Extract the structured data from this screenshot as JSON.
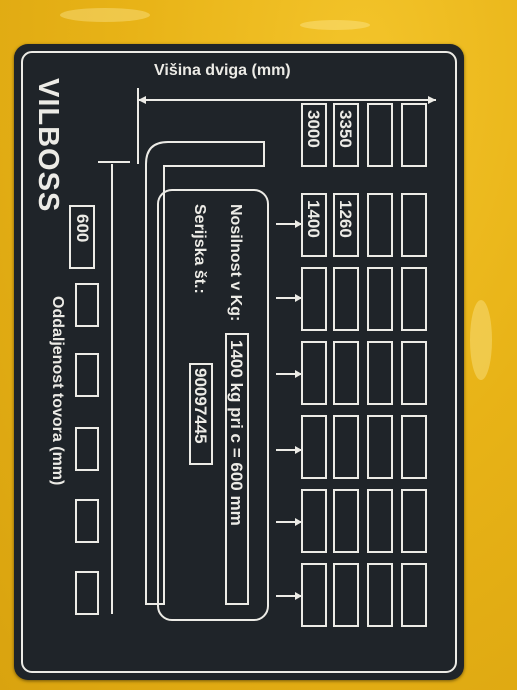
{
  "plate": {
    "brand": "VILBOSS",
    "lift_height_label": "Višina dviga (mm)",
    "load_distance_label": "Oddaljenost tovora (mm)",
    "capacity_label": "Nosilnost v Kg:",
    "capacity_value": "1400 kg pri c = 600 mm",
    "serial_label": "Serijska št.:",
    "serial_value": "90097445",
    "distance_value": "600",
    "lift_heights": [
      "3000",
      "3350"
    ],
    "capacities": [
      "1400",
      "1260"
    ]
  },
  "colors": {
    "background": "#e9b416",
    "plate": "#1f2429",
    "print": "#ecebe6"
  }
}
